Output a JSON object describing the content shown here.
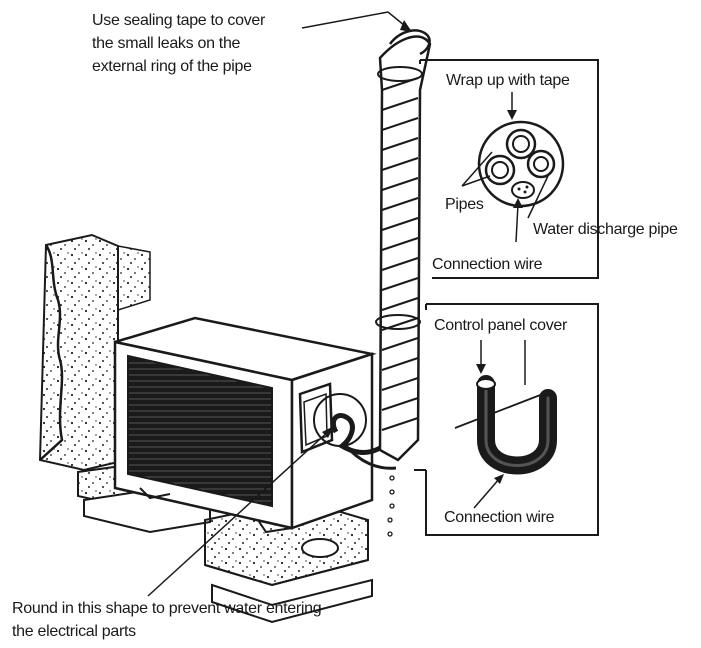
{
  "labels": {
    "sealing_line1": "Use sealing tape to cover",
    "sealing_line2": "the small leaks on the",
    "sealing_line3": "external ring of the pipe",
    "wrap_tape": "Wrap up with tape",
    "pipes": "Pipes",
    "water_discharge": "Water discharge pipe",
    "connection_wire_top": "Connection wire",
    "control_panel_cover": "Control panel cover",
    "connection_wire_bottom": "Connection wire",
    "round_line1": "Round in this shape to prevent water entering",
    "round_line2": "the electrical parts"
  },
  "colors": {
    "ink": "#1a1a1a",
    "background": "#ffffff"
  }
}
